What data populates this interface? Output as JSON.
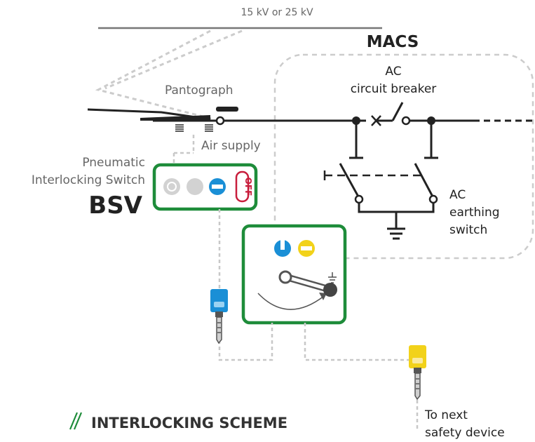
{
  "labels": {
    "voltage": "15 kV or 25 kV",
    "macs": "MACS",
    "ac_cb_line1": "AC",
    "ac_cb_line2": "circuit breaker",
    "pantograph": "Pantograph",
    "air_supply": "Air supply",
    "pis_line1": "Pneumatic",
    "pis_line2": "Interlocking Switch",
    "bsv": "BSV",
    "earth_line1": "AC",
    "earth_line2": "earthing",
    "earth_line3": "switch",
    "off_text": "OFF",
    "next_line1": "To next",
    "next_line2": "safety device",
    "scheme_title": "INTERLOCKING SCHEME"
  },
  "colors": {
    "frame_green": "#1e8c3a",
    "key_blue": "#1a8fd6",
    "key_yellow": "#f2d21a",
    "off_red": "#c81e3c",
    "dashed_grey": "#c8c8c8",
    "line_dark": "#222222"
  },
  "icons": {
    "scheme_icon": "slash-icon",
    "earth_symbol": "ground-icon"
  }
}
